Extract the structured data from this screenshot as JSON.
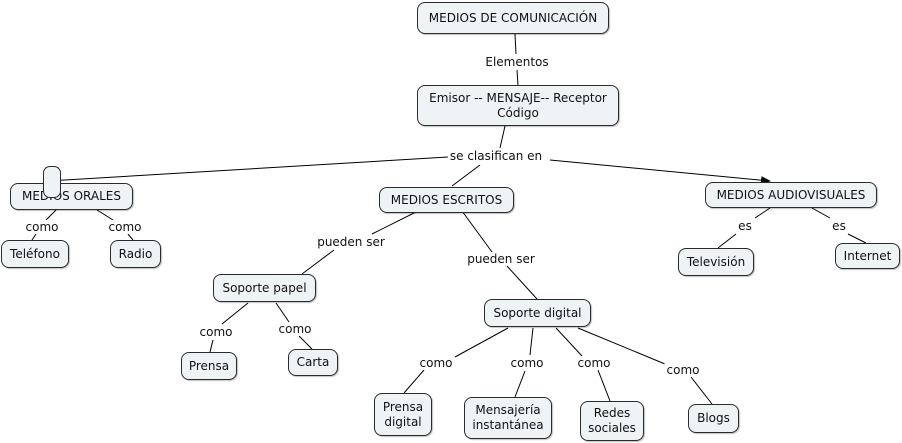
{
  "concepts": {
    "medios_comunicacion": "MEDIOS DE COMUNICACIÓN",
    "emisor": "Emisor -- MENSAJE-- Receptor\nCódigo",
    "medios_orales": "MEDIOS ORALES",
    "medios_escritos": "MEDIOS ESCRITOS",
    "medios_audiovisuales": "MEDIOS AUDIOVISUALES",
    "telefono": "Teléfono",
    "radio": "Radio",
    "soporte_papel": "Soporte papel",
    "soporte_digital": "Soporte digital",
    "prensa": "Prensa",
    "carta": "Carta",
    "prensa_digital": "Prensa\ndigital",
    "mensajeria": "Mensajería\ninstantánea",
    "redes": "Redes\nsociales",
    "blogs": "Blogs",
    "television": "Televisión",
    "internet": "Internet"
  },
  "links": {
    "elementos": "Elementos",
    "se_clasifican": "se clasifican en",
    "como_telefono": "como",
    "como_radio": "como",
    "pueden_ser_papel": "pueden ser",
    "pueden_ser_digital": "pueden ser",
    "como_prensa": "como",
    "como_carta": "como",
    "como_prensa_digital": "como",
    "como_mensajeria": "como",
    "como_redes": "como",
    "como_blogs": "como",
    "es_television": "es",
    "es_internet": "es"
  }
}
